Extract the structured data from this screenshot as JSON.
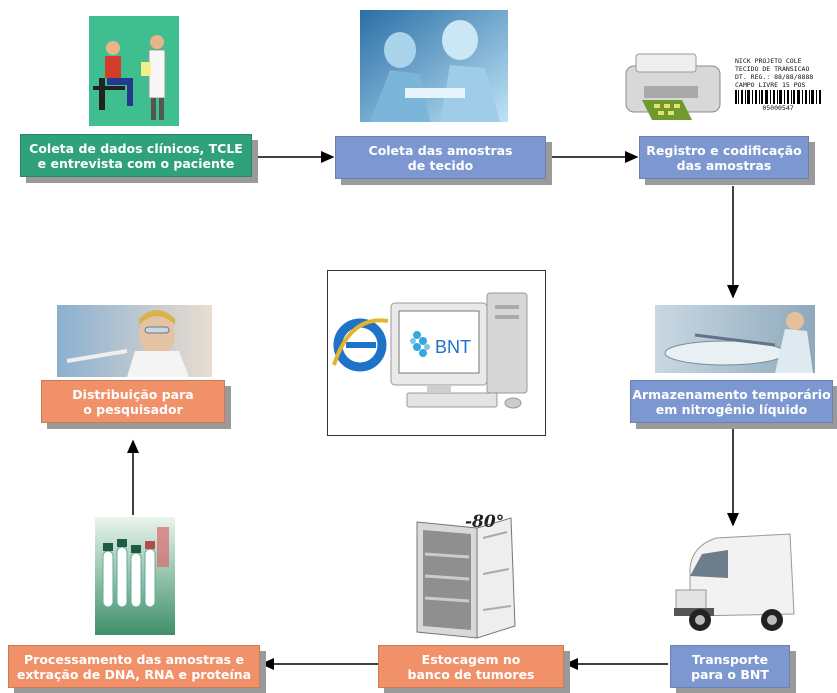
{
  "steps": {
    "s1": {
      "line1": "Coleta de dados clínicos, TCLE",
      "line2": "e entrevista com o paciente"
    },
    "s2": {
      "line1": "Coleta das amostras",
      "line2": "de tecido"
    },
    "s3": {
      "line1": "Registro e codificação",
      "line2": "das amostras"
    },
    "s4": {
      "line1": "Armazenamento temporário",
      "line2": "em nitrogênio líquido"
    },
    "s5": {
      "line1": "Transporte",
      "line2": "para o BNT"
    },
    "s6": {
      "line1": "Estocagem no",
      "line2": "banco de tumores"
    },
    "s7": {
      "line1": "Processamento das amostras e",
      "line2": "extração de DNA, RNA e proteína"
    },
    "s8": {
      "line1": "Distribuição para",
      "line2": "o pesquisador"
    }
  },
  "label_card": {
    "l1": "NICK PROJETO COLE",
    "l2": "TECIDO DE TRANSICAO",
    "l3": "DT. REG.: 88/88/8888",
    "l4": "CAMPO LIVRE 15 POS",
    "barcode_number": "05000547"
  },
  "freezer_temp": "-80°",
  "center_logo": "BNT",
  "colors": {
    "green": "#2fa27a",
    "blue": "#7d98d0",
    "orange": "#f0916a",
    "shadow": "#9a9a9a"
  },
  "icons": [
    "patient-interview-icon",
    "surgery-photo",
    "label-printer-icon",
    "barcode-icon",
    "nitrogen-tank-photo",
    "van-icon",
    "freezer-icon",
    "test-tubes-photo",
    "researcher-photo",
    "computer-bnt-icon",
    "internet-explorer-icon"
  ]
}
